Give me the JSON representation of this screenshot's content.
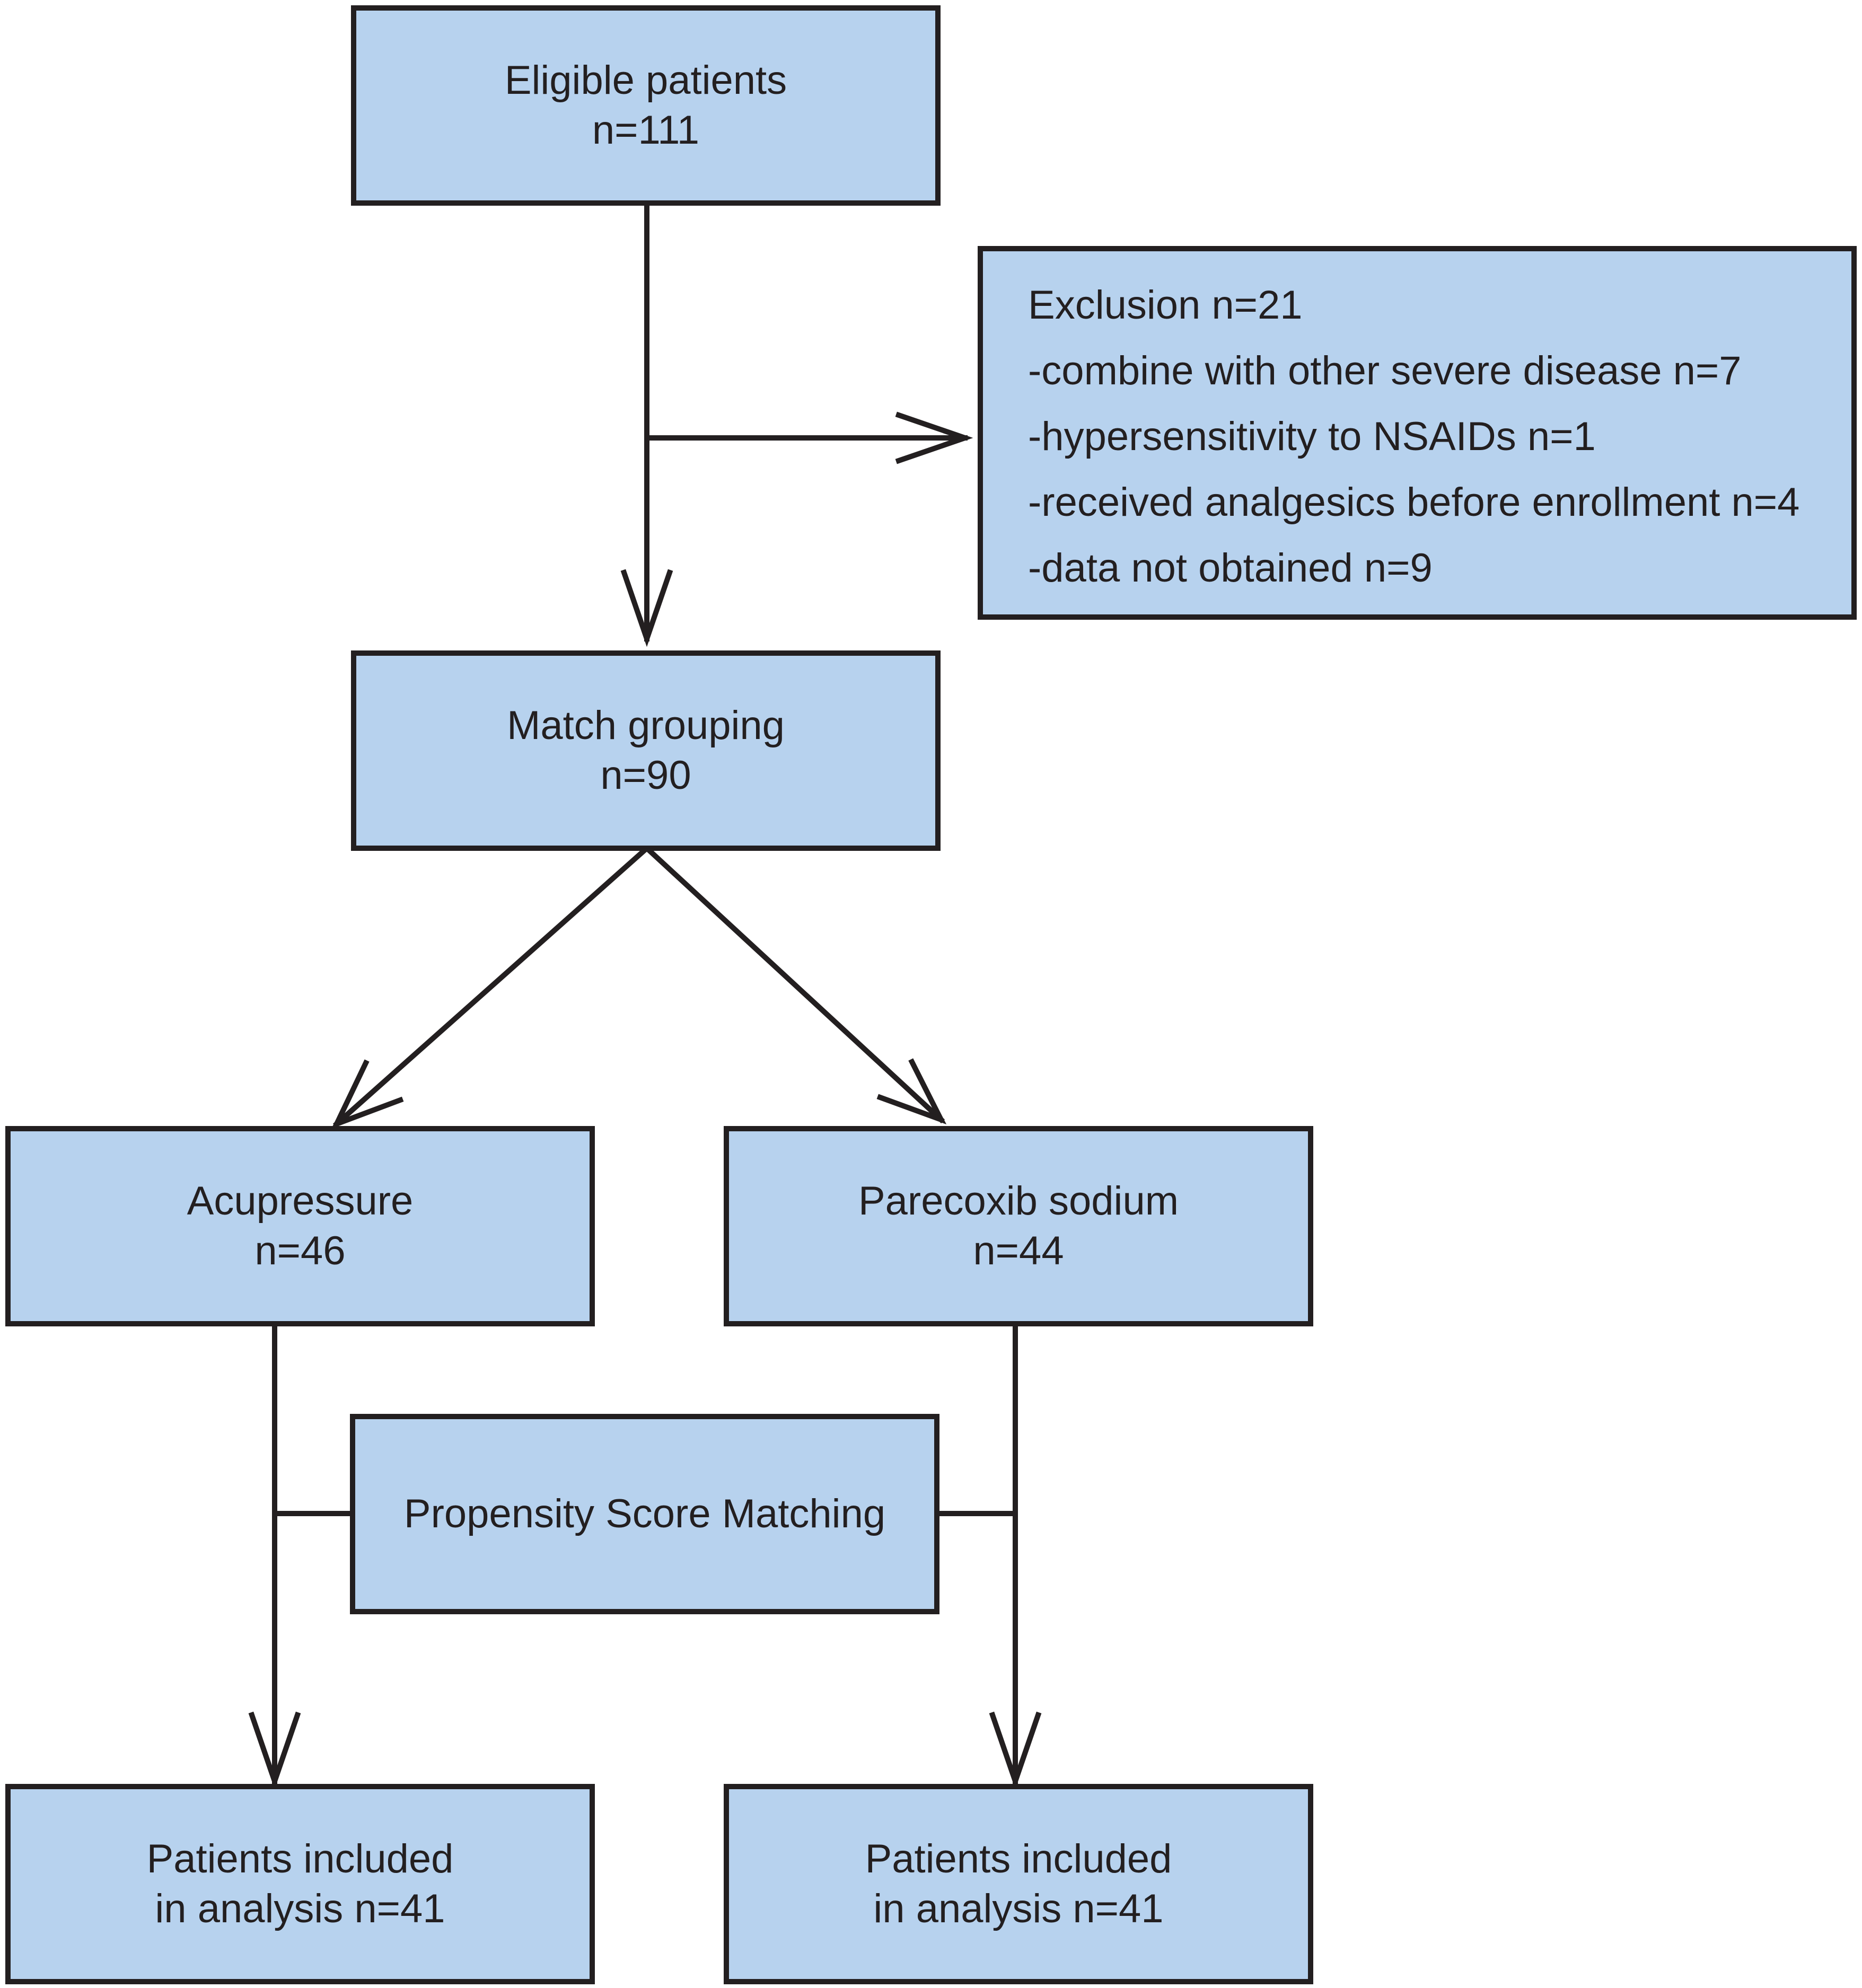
{
  "boxes": {
    "eligible": {
      "line1": "Eligible patients",
      "line2": "n=111"
    },
    "exclusion": {
      "title": "Exclusion n=21",
      "items": [
        "-combine with other severe disease n=7",
        "-hypersensitivity to NSAIDs n=1",
        "-received analgesics before enrollment n=4",
        "-data not obtained n=9"
      ]
    },
    "match": {
      "line1": "Match grouping",
      "line2": "n=90"
    },
    "acupressure": {
      "line1": "Acupressure",
      "line2": "n=46"
    },
    "parecoxib": {
      "line1": "Parecoxib sodium",
      "line2": "n=44"
    },
    "psm": {
      "line1": "Propensity Score Matching"
    },
    "included_left": {
      "line1": "Patients included",
      "line2": "in analysis n=41"
    },
    "included_right": {
      "line1": "Patients included",
      "line2": "in analysis n=41"
    }
  },
  "colors": {
    "box_fill": "#b7d2ee",
    "line": "#231f20"
  }
}
